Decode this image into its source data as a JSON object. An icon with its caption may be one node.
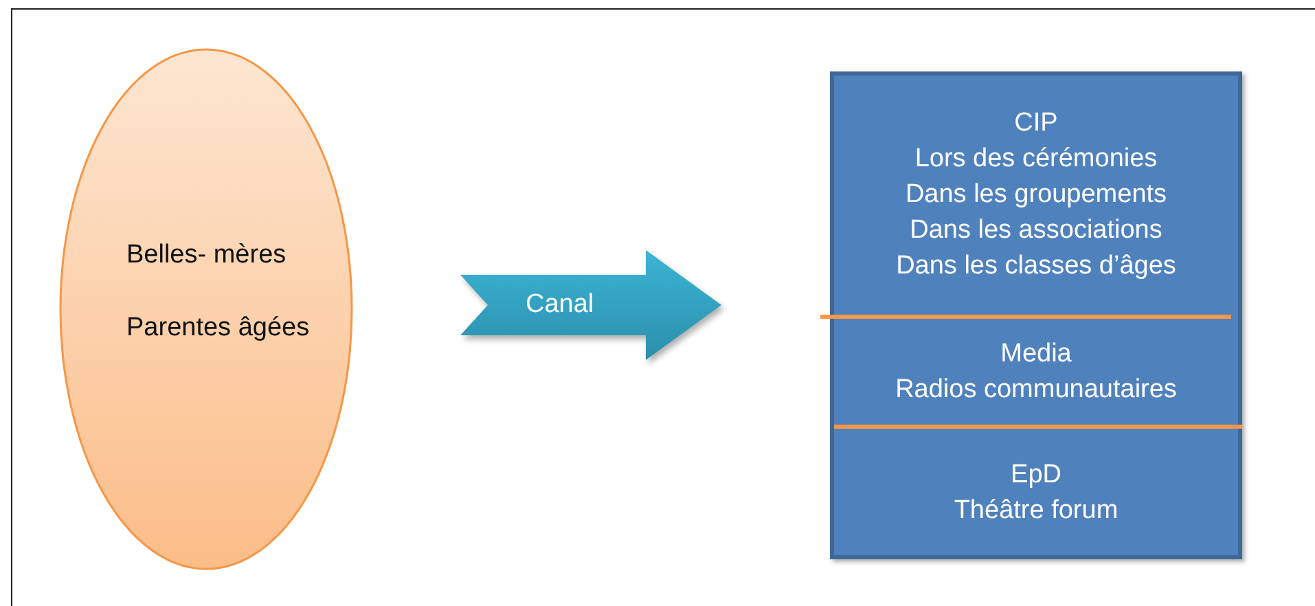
{
  "diagram": {
    "nodes": [
      {
        "text": [
          "Belles- mères",
          "Parentes âgées"
        ]
      },
      {
        "text": [],
        "shape": "box"
      },
      {
        "text": [
          "CIP",
          "Lors des cérémonies",
          "Dans les groupements",
          "Dans les associations",
          "Dans les classes d’âges"
        ],
        "in": 1
      },
      {
        "text": [
          "Media",
          "Radios communautaires"
        ],
        "in": 1
      },
      {
        "text": [
          "EpD",
          "Théâtre forum"
        ],
        "in": 1
      }
    ],
    "edges": [
      {
        "from": 0,
        "to": 1,
        "label": "Canal",
        "arrow": "to"
      }
    ]
  }
}
